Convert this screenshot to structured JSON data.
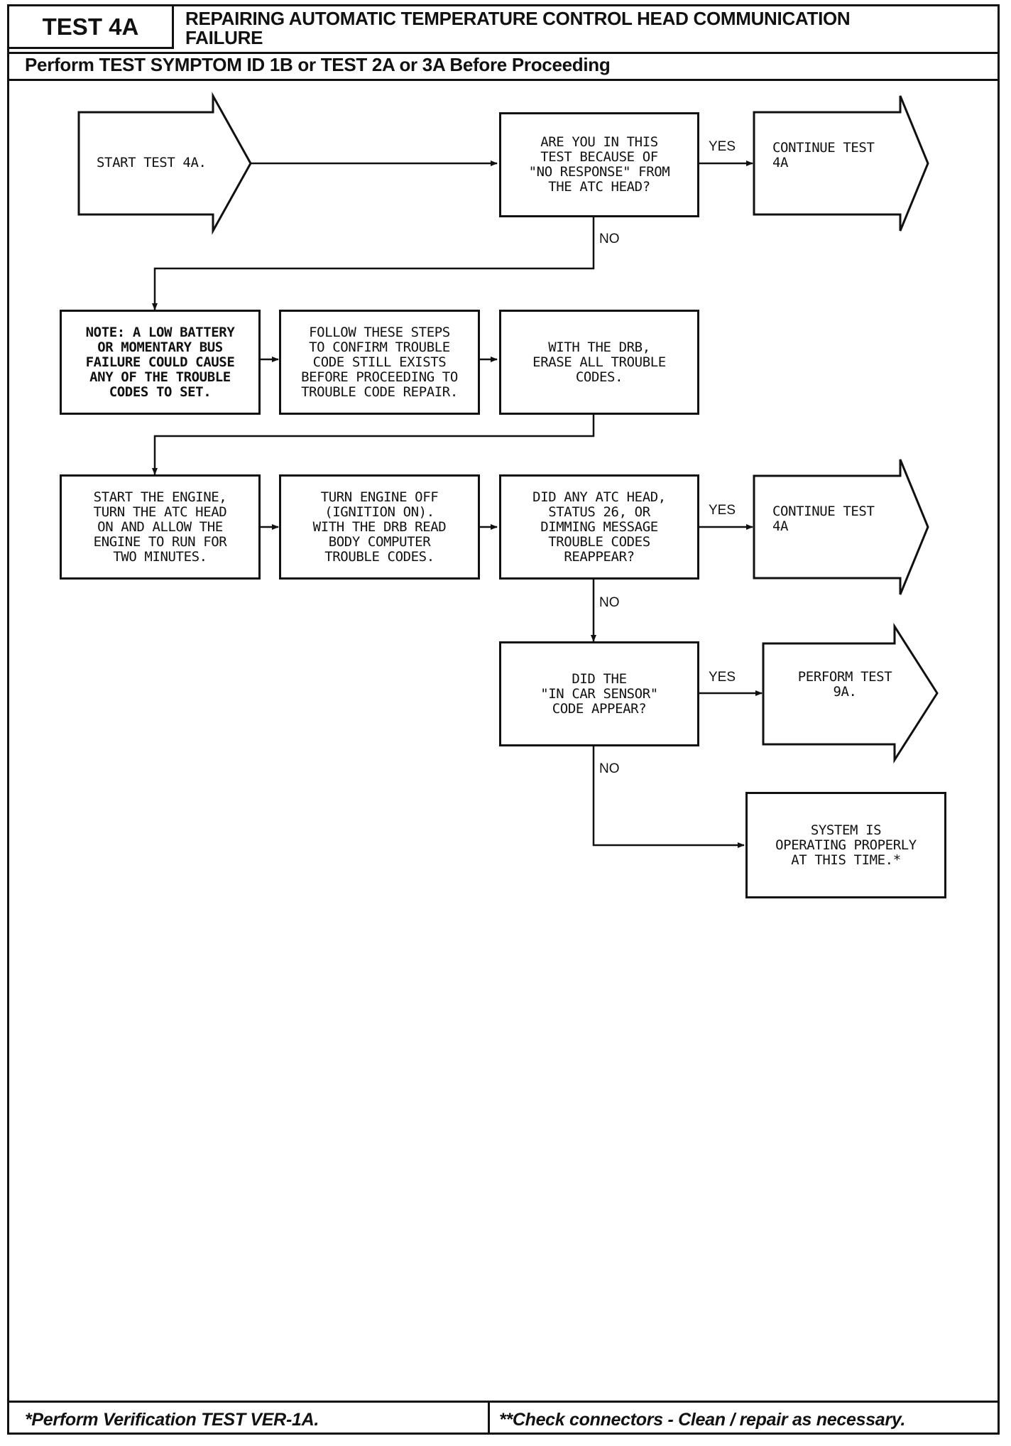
{
  "header": {
    "test_id": "TEST 4A",
    "title_line1": "REPAIRING AUTOMATIC TEMPERATURE CONTROL HEAD COMMUNICATION",
    "title_line2": "FAILURE",
    "prerequisite": "Perform TEST SYMPTOM ID 1B or TEST 2A or 3A Before Proceeding"
  },
  "flow": {
    "start": "START TEST 4A.",
    "q_no_response": "ARE YOU IN THIS\nTEST BECAUSE OF\n\"NO RESPONSE\" FROM\nTHE ATC HEAD?",
    "continue_1": "CONTINUE TEST\n4A",
    "note_battery": "NOTE: A LOW BATTERY\nOR MOMENTARY BUS\nFAILURE COULD CAUSE\nANY OF THE TROUBLE\nCODES TO SET.",
    "follow_steps": "FOLLOW THESE STEPS\nTO CONFIRM TROUBLE\nCODE STILL EXISTS\nBEFORE PROCEEDING TO\nTROUBLE CODE REPAIR.",
    "erase_codes": "WITH THE DRB,\nERASE ALL TROUBLE\nCODES.",
    "start_engine": "START THE ENGINE,\nTURN THE ATC HEAD\nON AND ALLOW THE\nENGINE TO RUN FOR\nTWO MINUTES.",
    "engine_off": "TURN ENGINE OFF\n(IGNITION ON).\nWITH THE DRB READ\nBODY COMPUTER\nTROUBLE CODES.",
    "q_reappear": "DID ANY ATC HEAD,\nSTATUS 26, OR\nDIMMING MESSAGE\nTROUBLE CODES\nREAPPEAR?",
    "continue_2": "CONTINUE TEST\n4A",
    "q_in_car_sensor": "DID THE\n\"IN CAR SENSOR\"\nCODE APPEAR?",
    "perform_9a": "PERFORM TEST\n9A.",
    "system_ok": "SYSTEM IS\nOPERATING PROPERLY\nAT THIS TIME.*"
  },
  "labels": {
    "yes": "YES",
    "no": "NO"
  },
  "footer": {
    "left": "*Perform Verification TEST VER-1A.",
    "right": "**Check connectors - Clean / repair as necessary."
  }
}
